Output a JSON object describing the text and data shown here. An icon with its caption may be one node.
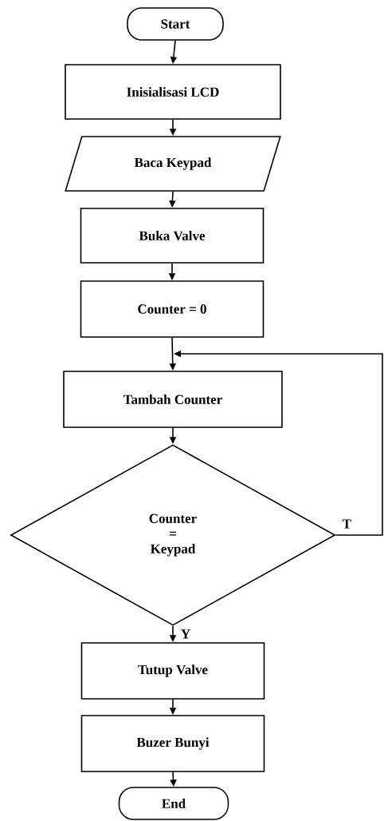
{
  "diagram": {
    "nodes": [
      {
        "text": [
          "Start"
        ]
      },
      {
        "text": [
          "Inisialisasi LCD"
        ]
      },
      {
        "text": [
          "Baca Keypad"
        ]
      },
      {
        "text": [
          "Buka Valve"
        ]
      },
      {
        "text": [
          "Counter = 0"
        ]
      },
      {
        "text": [
          "Tambah Counter"
        ]
      },
      {
        "text": [
          "Counter = Keypad"
        ]
      },
      {
        "text": [
          "Tutup Valve"
        ]
      },
      {
        "text": [
          "Buzer Bunyi"
        ]
      },
      {
        "text": [
          "End"
        ]
      }
    ],
    "edges": [
      {
        "from": 0,
        "to": 1,
        "arrow": "to"
      },
      {
        "from": 1,
        "to": 2,
        "arrow": "to"
      },
      {
        "from": 2,
        "to": 3,
        "arrow": "to"
      },
      {
        "from": 3,
        "to": 4,
        "arrow": "to"
      },
      {
        "from": 4,
        "to": 5,
        "arrow": "to"
      },
      {
        "from": 5,
        "to": 6,
        "arrow": "to"
      },
      {
        "from": 6,
        "to": 7,
        "arrow": "to",
        "label": "Y"
      },
      {
        "from": 6,
        "to": 5,
        "arrow": "to",
        "label": "T"
      },
      {
        "from": 7,
        "to": 8,
        "arrow": "to"
      },
      {
        "from": 8,
        "to": 9,
        "arrow": "to"
      }
    ]
  }
}
